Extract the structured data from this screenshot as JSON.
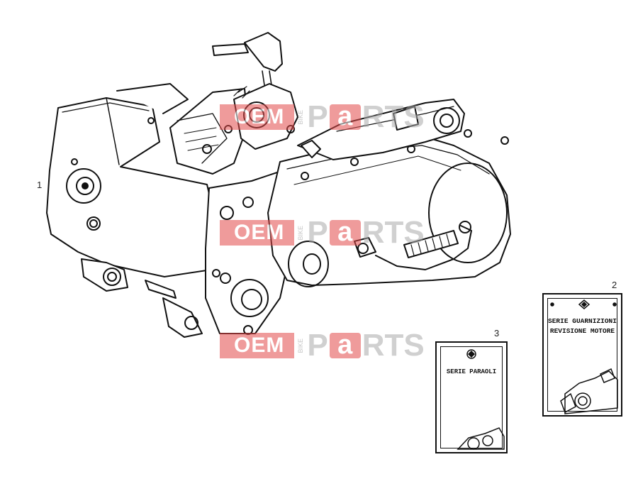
{
  "callouts": [
    {
      "id": "1",
      "label": "1"
    },
    {
      "id": "2",
      "label": "2"
    },
    {
      "id": "3",
      "label": "3"
    }
  ],
  "watermark": {
    "oem": "OEM",
    "bike": "BIKE",
    "p": "P",
    "a": "a",
    "rts": "RTS",
    "accent": "#e24a4a"
  },
  "kits": {
    "gasket_kit": {
      "line1": "SERIE GUARNIZIONI",
      "line2": "REVISIONE MOTORE"
    },
    "oil_seal_kit": {
      "line1": "SERIE PARAOLI"
    }
  }
}
